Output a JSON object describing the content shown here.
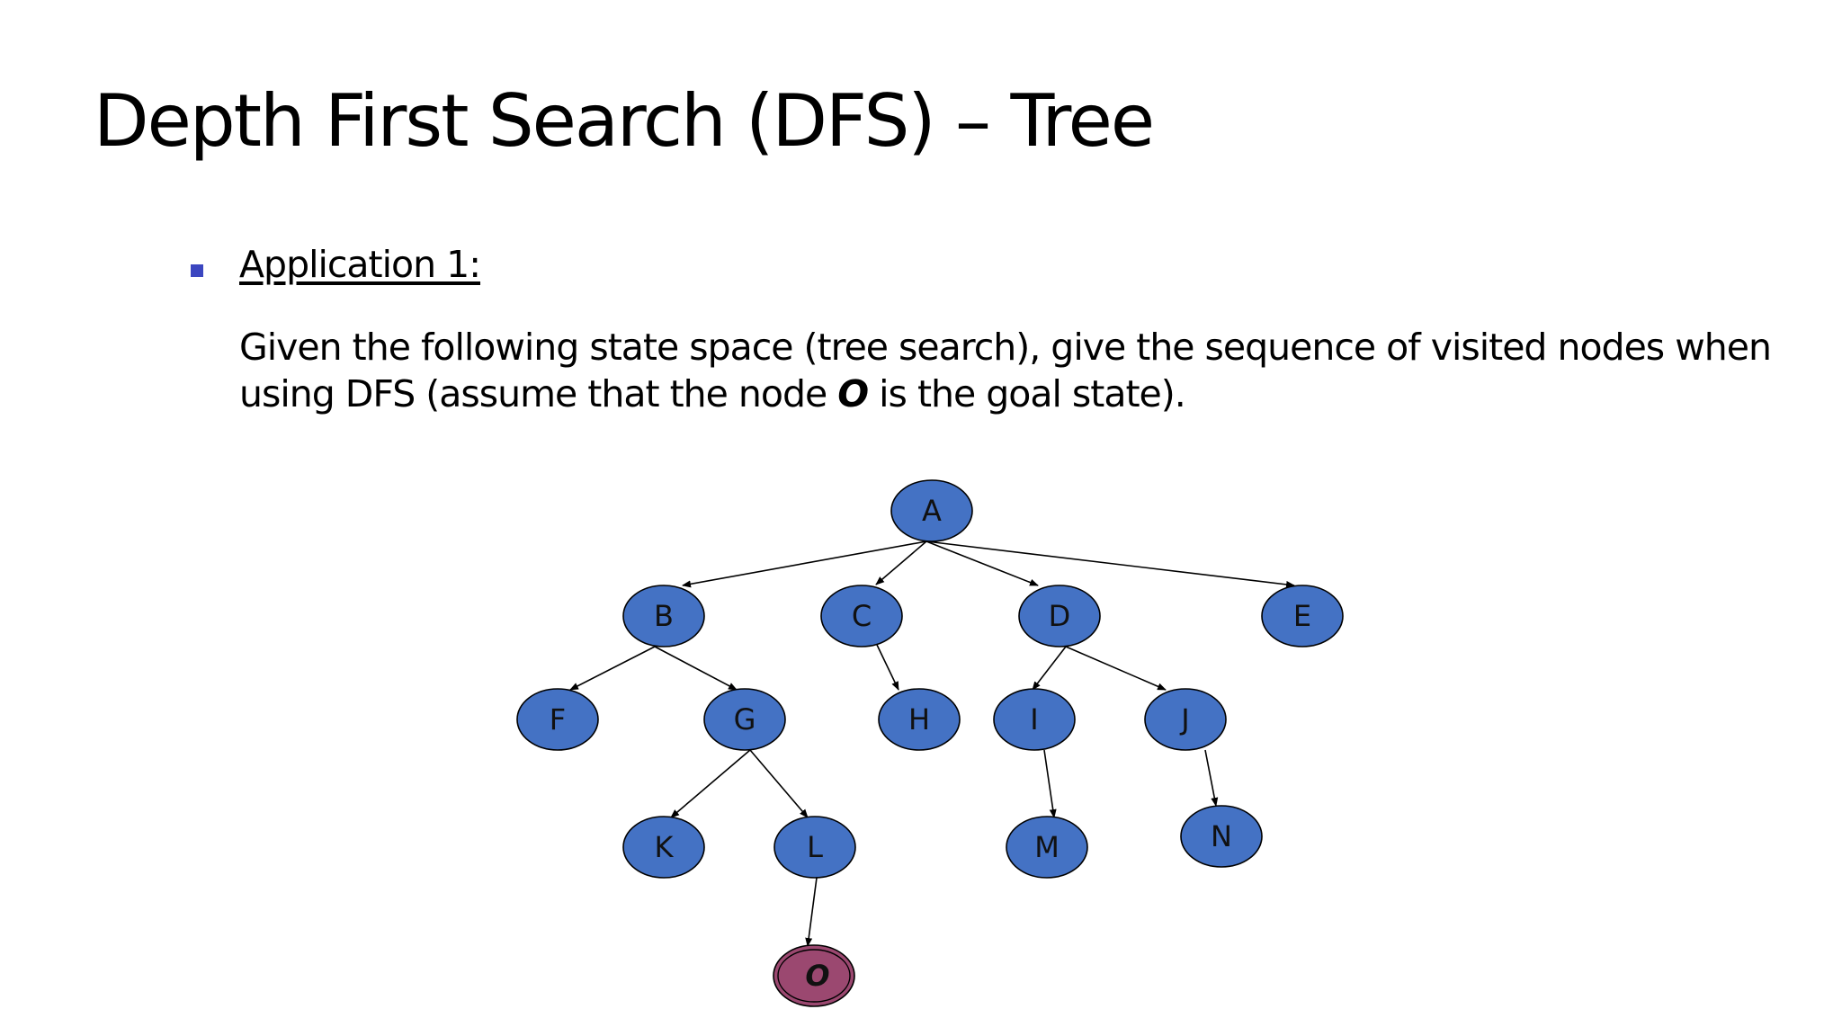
{
  "slide": {
    "title": "Depth First Search (DFS) – Tree",
    "bullet_heading": "Application 1:",
    "body_text_1": "Given the following state space (tree search), give the sequence of visited nodes when using DFS (assume that the node ",
    "body_goal": "O",
    "body_text_2": " is the goal state)."
  },
  "diagram": {
    "node_color": "#4472c4",
    "goal_color": "#9b4870",
    "nodes": [
      {
        "id": "A",
        "label": "A"
      },
      {
        "id": "B",
        "label": "B"
      },
      {
        "id": "C",
        "label": "C"
      },
      {
        "id": "D",
        "label": "D"
      },
      {
        "id": "E",
        "label": "E"
      },
      {
        "id": "F",
        "label": "F"
      },
      {
        "id": "G",
        "label": "G"
      },
      {
        "id": "H",
        "label": "H"
      },
      {
        "id": "I",
        "label": "I"
      },
      {
        "id": "J",
        "label": "J"
      },
      {
        "id": "K",
        "label": "K"
      },
      {
        "id": "L",
        "label": "L"
      },
      {
        "id": "M",
        "label": "M"
      },
      {
        "id": "N",
        "label": "N"
      },
      {
        "id": "O",
        "label": "O",
        "goal": true
      }
    ],
    "edges": [
      [
        "A",
        "B"
      ],
      [
        "A",
        "C"
      ],
      [
        "A",
        "D"
      ],
      [
        "A",
        "E"
      ],
      [
        "B",
        "F"
      ],
      [
        "B",
        "G"
      ],
      [
        "C",
        "H"
      ],
      [
        "D",
        "I"
      ],
      [
        "D",
        "J"
      ],
      [
        "G",
        "K"
      ],
      [
        "G",
        "L"
      ],
      [
        "I",
        "M"
      ],
      [
        "J",
        "N"
      ],
      [
        "L",
        "O"
      ]
    ]
  }
}
